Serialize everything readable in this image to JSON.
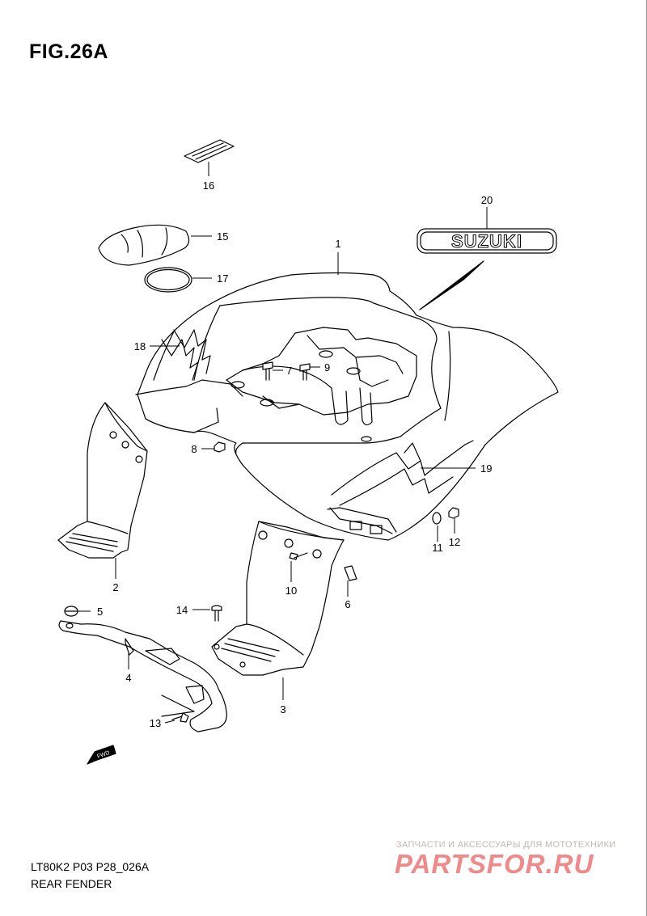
{
  "figure": {
    "title": "FIG.26A",
    "code": "LT80K2 P03 P28_026A",
    "subtitle": "REAR FENDER"
  },
  "fwd_label": "FWD",
  "decal_text": "SUZUKI",
  "callouts": [
    "1",
    "2",
    "3",
    "4",
    "5",
    "6",
    "7",
    "8",
    "9",
    "10",
    "11",
    "12",
    "13",
    "14",
    "15",
    "16",
    "17",
    "18",
    "19",
    "20"
  ],
  "watermark": {
    "caption": "ЗАПЧАСТИ И АКСЕССУАРЫ ДЛЯ МОТОТЕХНИКИ",
    "logo": "PARTSFOR.RU"
  }
}
